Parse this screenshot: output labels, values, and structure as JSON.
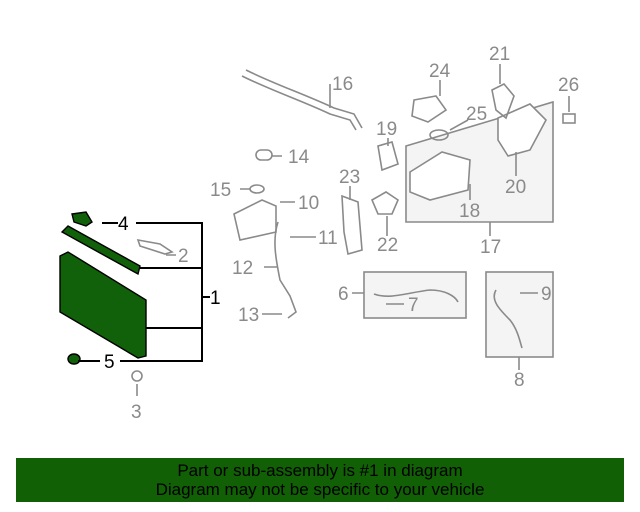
{
  "callouts": {
    "c1": "1",
    "c2": "2",
    "c3": "3",
    "c4": "4",
    "c5": "5",
    "c6": "6",
    "c7": "7",
    "c8": "8",
    "c9": "9",
    "c10": "10",
    "c11": "11",
    "c12": "12",
    "c13": "13",
    "c14": "14",
    "c15": "15",
    "c16": "16",
    "c17": "17",
    "c18": "18",
    "c19": "19",
    "c20": "20",
    "c21": "21",
    "c22": "22",
    "c23": "23",
    "c24": "24",
    "c25": "25",
    "c26": "26"
  },
  "banner": {
    "line1": "Part or sub-assembly is #1 in diagram",
    "line2": "Diagram may not be specific to your vehicle"
  },
  "colors": {
    "highlight": "#116006",
    "parts": "#8a8a8a"
  }
}
